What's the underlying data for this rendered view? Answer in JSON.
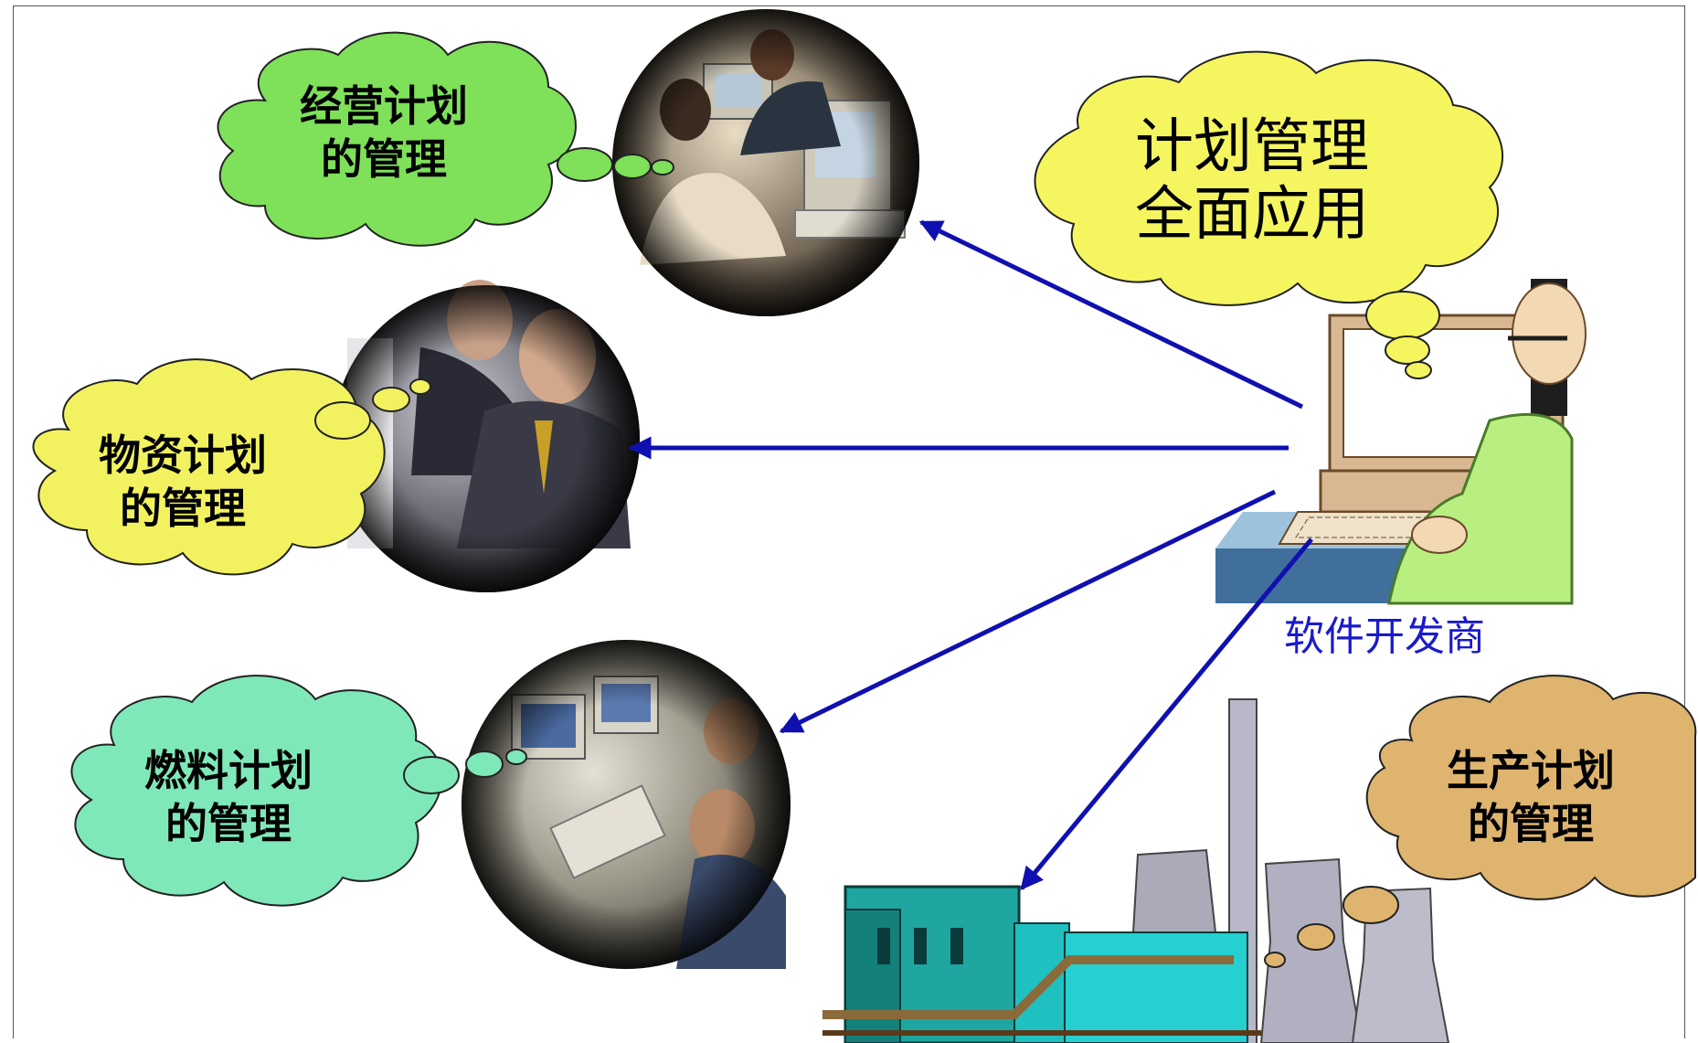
{
  "clouds": {
    "business": {
      "line1": "经营计划",
      "line2": "的管理",
      "color": "#7fe05a"
    },
    "material": {
      "line1": "物资计划",
      "line2": "的管理",
      "color": "#f2f260"
    },
    "fuel": {
      "line1": "燃料计划",
      "line2": "的管理",
      "color": "#7fe8b8"
    },
    "production": {
      "line1": "生产计划",
      "line2": "的管理",
      "color": "#deb46e"
    },
    "overall": {
      "line1": "计划管理",
      "line2": "全面应用",
      "color": "#f5f560"
    }
  },
  "vendor_label": "软件开发商",
  "arrow_color": "#1010b0",
  "icons": [
    "office-workers-photo",
    "executives-photo",
    "control-room-photo",
    "developer-at-computer-clipart",
    "power-plant-clipart"
  ]
}
